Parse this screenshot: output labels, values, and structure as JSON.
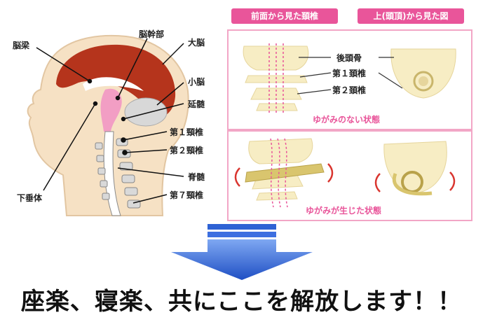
{
  "anatomy_labels": {
    "corpus_callosum": "脳梁",
    "brainstem": "脳幹部",
    "cerebrum": "大脳",
    "cerebellum": "小脳",
    "medulla": "延髄",
    "c1": "第１頸椎",
    "c2": "第２頸椎",
    "spinal_cord": "脊髄",
    "c7": "第７頸椎",
    "pituitary": "下垂体"
  },
  "right_panel": {
    "tag_front": "前面から見た頚椎",
    "tag_top": "上(頭頂)から見た図",
    "label_occipital": "後頭骨",
    "label_c1": "第１頚椎",
    "label_c2": "第２頚椎",
    "caption_normal": "ゆがみのない状態",
    "caption_distorted": "ゆがみが生じた状態"
  },
  "slogan": "座楽、寝楽、共にここを解放します！！",
  "colors": {
    "brain_red": "#b5341c",
    "pink_accent": "#e9559a",
    "bone": "#f7edc4",
    "skin": "#f6e1c4",
    "arrow_blue": "#2e62d4"
  }
}
